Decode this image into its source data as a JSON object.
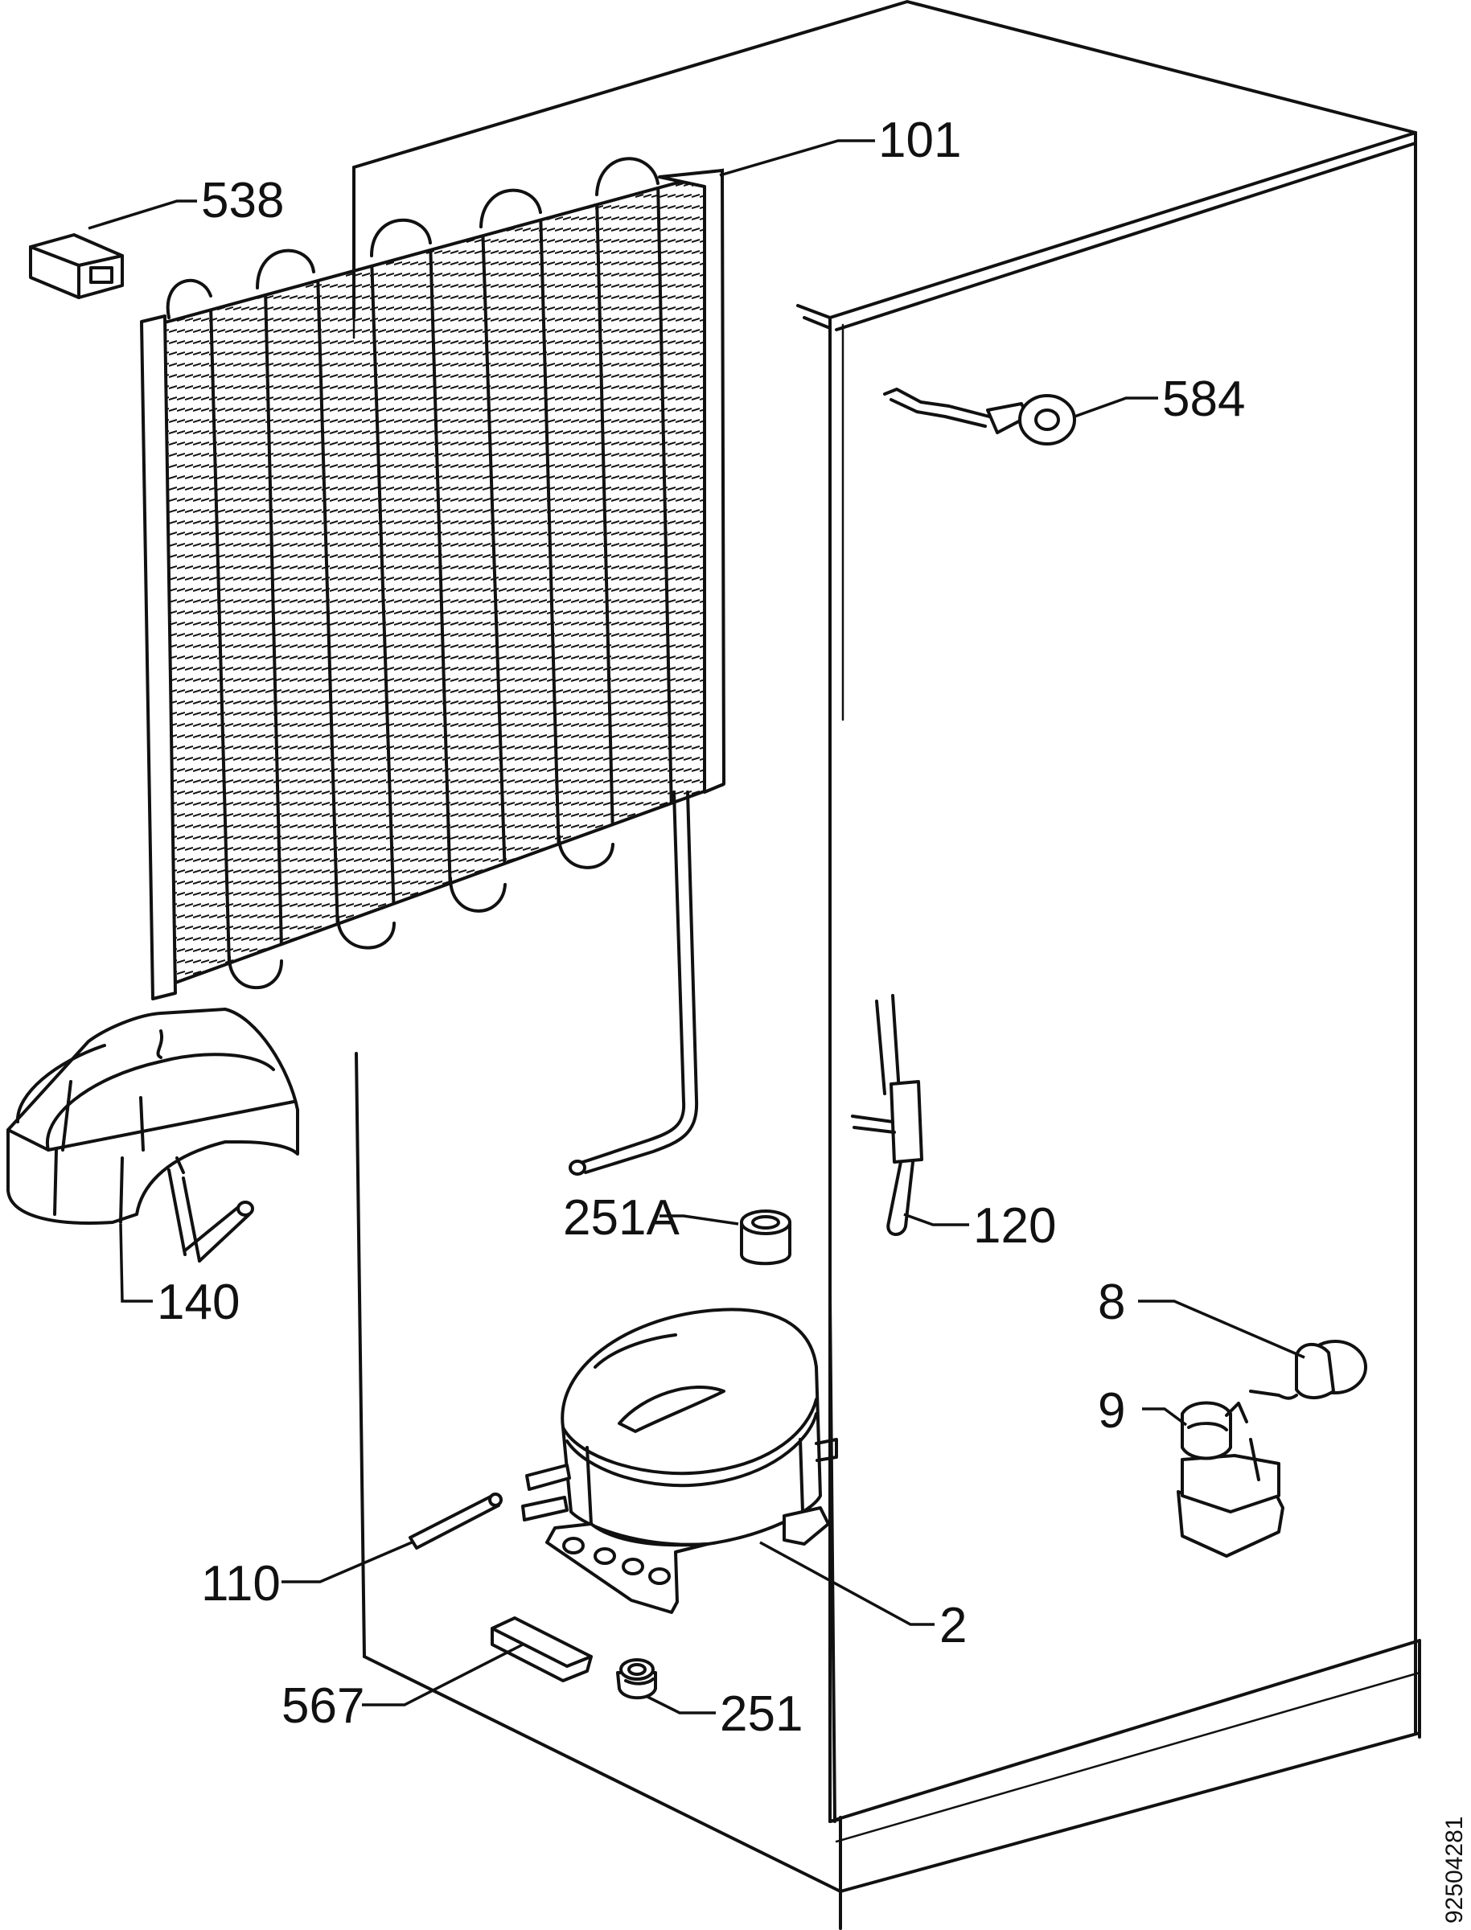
{
  "document_code": "92504281",
  "callouts": {
    "c101": "101",
    "c538": "538",
    "c584": "584",
    "c140": "140",
    "c251a": "251A",
    "c120": "120",
    "c8": "8",
    "c9": "9",
    "c110": "110",
    "c2": "2",
    "c567": "567",
    "c251": "251"
  }
}
